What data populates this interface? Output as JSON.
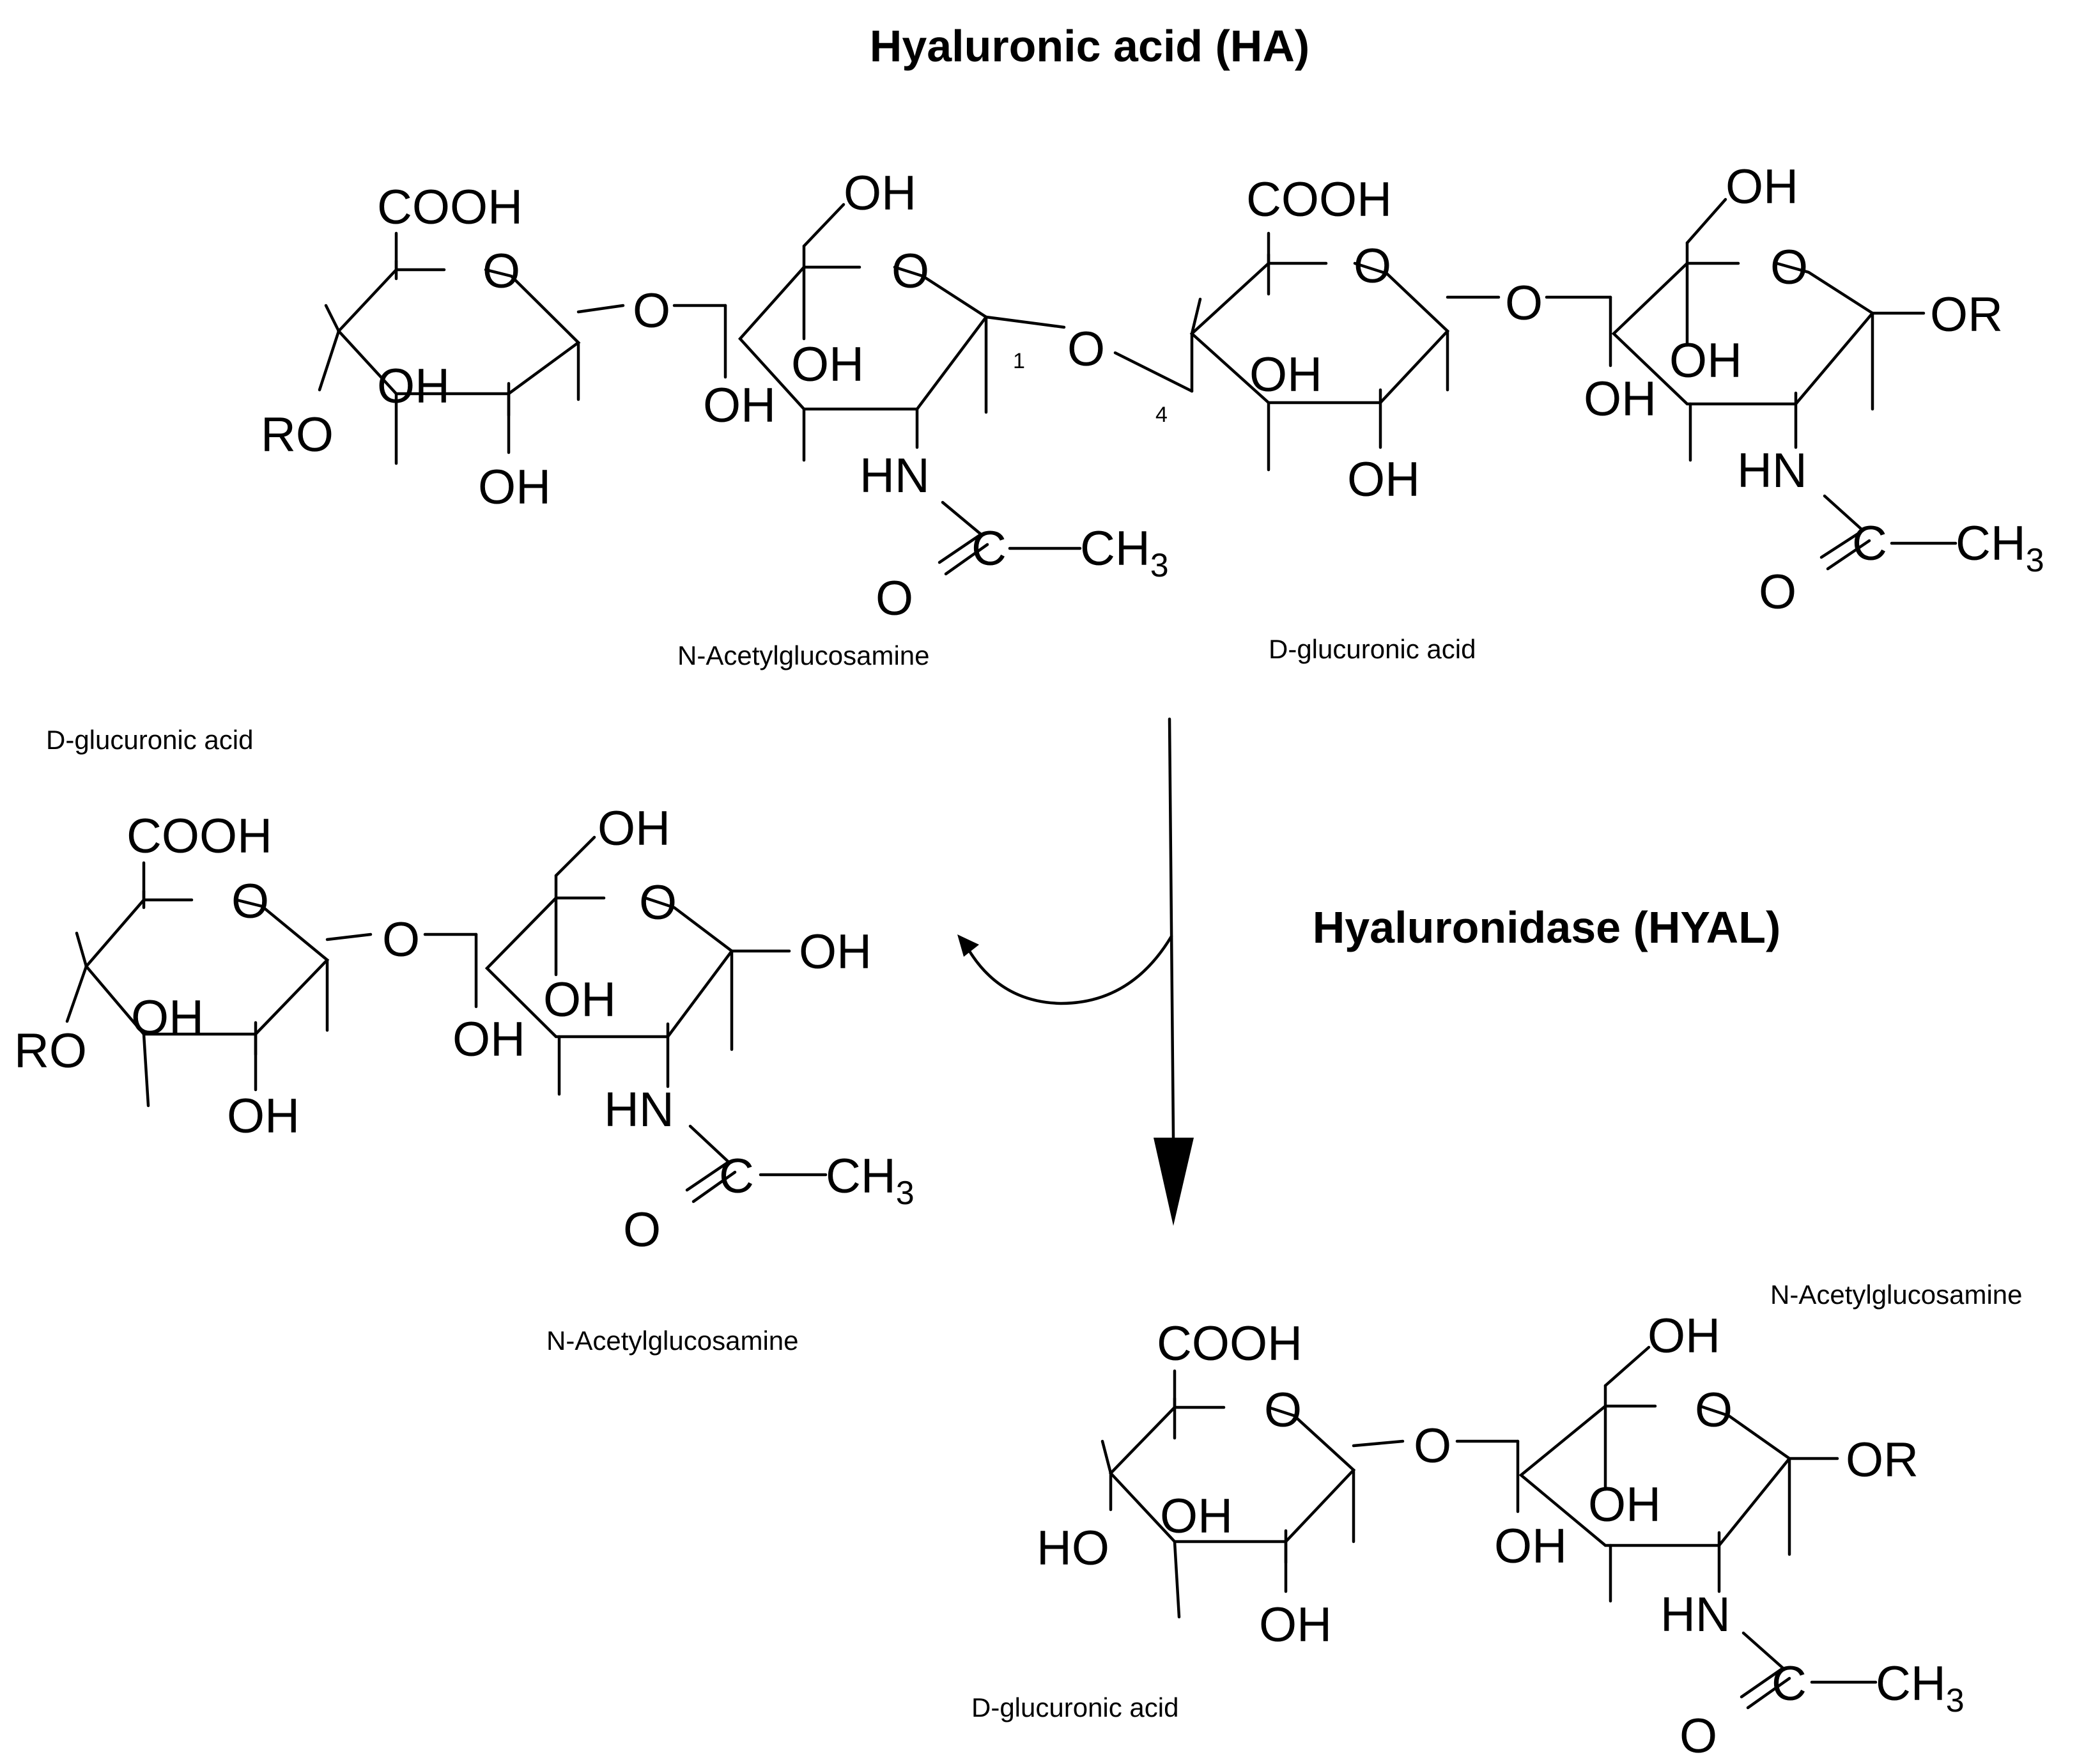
{
  "titles": {
    "main": "Hyaluronic acid (HA)",
    "enzyme": "Hyaluronidase (HYAL)"
  },
  "captions": {
    "glcnac": "N-Acetylglucosamine",
    "glca": "D-glucuronic acid"
  },
  "atoms": {
    "cooh": "COOH",
    "o": "O",
    "oh": "OH",
    "ro": "RO",
    "or": "OR",
    "ho": "HO",
    "hn": "HN",
    "c": "C",
    "ch": "CH",
    "three": "3"
  },
  "positions": {
    "one": "1",
    "four": "4"
  }
}
